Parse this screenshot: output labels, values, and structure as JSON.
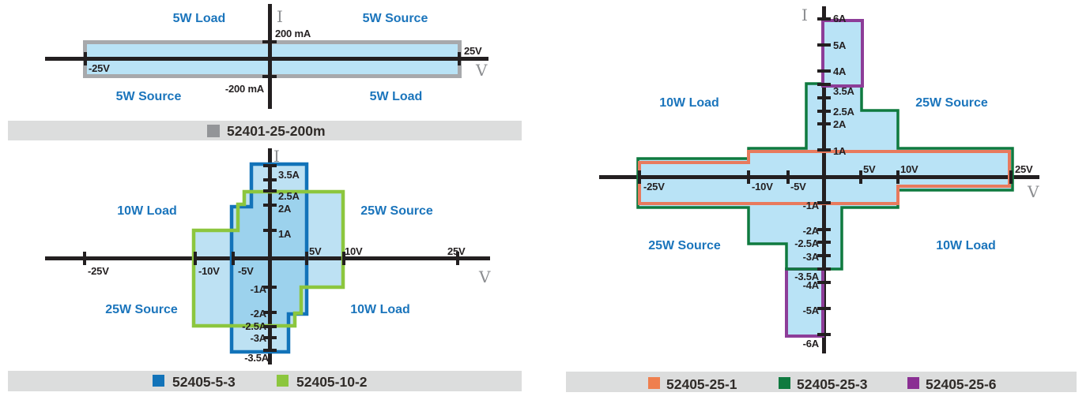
{
  "colors": {
    "region_fill": "#b9e3f6",
    "overlap_fill": "#9ed3ee",
    "axis": "#231f20",
    "quadrant_text": "#1b75bc",
    "legend_band": "#dcdddd",
    "swatch_gray": "#939598",
    "swatch_blue": "#1273b9",
    "swatch_green": "#8cc63e",
    "swatch_orange": "#ef7f4e",
    "swatch_dark_green": "#0f7a3f",
    "swatch_purple": "#8a2f93",
    "rect_border_gray": "#a7a9ac"
  },
  "chart1": {
    "quadrants": {
      "top_left": "5W Load",
      "top_right": "5W Source",
      "bottom_left": "5W Source",
      "bottom_right": "5W Load"
    },
    "y_axis": {
      "label": "I",
      "top_tick": "200 mA",
      "bottom_tick": "-200 mA"
    },
    "x_axis": {
      "label": "V",
      "left_tick": "-25V",
      "right_tick": "25V"
    },
    "legend": {
      "items": [
        {
          "label": "52401-25-200m"
        }
      ]
    }
  },
  "chart2": {
    "quadrants": {
      "top_left": "10W Load",
      "top_right": "25W Source",
      "bottom_left": "25W Source",
      "bottom_right": "10W Load"
    },
    "y_axis": {
      "label": "I",
      "pos_ticks": [
        "3.5A",
        "2.5A",
        "2A",
        "1A"
      ],
      "neg_ticks": [
        "-1A",
        "-2A",
        "-2.5A",
        "-3A",
        "-3.5A"
      ]
    },
    "x_axis": {
      "label": "V",
      "neg_ticks": [
        "-25V",
        "-10V",
        "-5V"
      ],
      "pos_ticks": [
        "5V",
        "10V",
        "25V"
      ]
    },
    "legend": {
      "items": [
        {
          "label": "52405-5-3"
        },
        {
          "label": "52405-10-2"
        }
      ]
    }
  },
  "chart3": {
    "quadrants": {
      "top_left": "10W Load",
      "top_right": "25W Source",
      "bottom_left": "25W Source",
      "bottom_right": "10W Load"
    },
    "y_axis": {
      "label": "I",
      "pos_ticks": [
        "6A",
        "5A",
        "4A",
        "3.5A",
        "2.5A",
        "2A",
        "1A"
      ],
      "neg_ticks": [
        "-1A",
        "-2A",
        "-2.5A",
        "-3A",
        "-3.5A",
        "-4A",
        "-5A",
        "-6A"
      ]
    },
    "x_axis": {
      "label": "V",
      "neg_ticks": [
        "-25V",
        "-10V",
        "-5V"
      ],
      "pos_ticks": [
        "5V",
        "10V",
        "25V"
      ]
    },
    "legend": {
      "items": [
        {
          "label": "52405-25-1"
        },
        {
          "label": "52405-25-3"
        },
        {
          "label": "52405-25-6"
        }
      ]
    }
  },
  "chart_data": [
    {
      "type": "area",
      "title": "52401-25-200m V-I operating envelope",
      "xlabel": "V",
      "ylabel": "I",
      "x_tick_labels": [
        "-25V",
        "25V"
      ],
      "y_tick_labels": [
        "200 mA",
        "-200 mA"
      ],
      "quadrant_labels": [
        "5W Load",
        "5W Source",
        "5W Source",
        "5W Load"
      ],
      "regions": [
        {
          "name": "52401-25-200m",
          "color": "#939598",
          "polygon_V_I": [
            [
              -25,
              0.2
            ],
            [
              25,
              0.2
            ],
            [
              25,
              -0.2
            ],
            [
              -25,
              -0.2
            ]
          ],
          "units": "V, A"
        }
      ]
    },
    {
      "type": "area",
      "title": "52405-5-3 and 52405-10-2 V-I operating envelopes",
      "xlabel": "V",
      "ylabel": "I",
      "x_tick_labels": [
        "-25V",
        "-10V",
        "-5V",
        "5V",
        "10V",
        "25V"
      ],
      "y_tick_labels": [
        "3.5A",
        "2.5A",
        "2A",
        "1A",
        "-1A",
        "-2A",
        "-2.5A",
        "-3A",
        "-3.5A"
      ],
      "quadrant_labels": [
        "10W Load",
        "25W Source",
        "25W Source",
        "10W Load"
      ],
      "regions": [
        {
          "name": "52405-5-3",
          "color": "#1273b9",
          "polygon_V_I": [
            [
              -2.5,
              3.5
            ],
            [
              5,
              3.5
            ],
            [
              5,
              -2
            ],
            [
              2.5,
              -2
            ],
            [
              2.5,
              -3.5
            ],
            [
              -5,
              -3.5
            ],
            [
              -5,
              2
            ],
            [
              -2.5,
              2
            ]
          ],
          "units": "V, A"
        },
        {
          "name": "52405-10-2",
          "color": "#8cc63e",
          "polygon_V_I": [
            [
              -10,
              1
            ],
            [
              -4,
              1
            ],
            [
              -4,
              2
            ],
            [
              -3.5,
              2
            ],
            [
              -3.5,
              2.5
            ],
            [
              10,
              2.5
            ],
            [
              10,
              -1
            ],
            [
              4,
              -1
            ],
            [
              4,
              -2
            ],
            [
              3.5,
              -2
            ],
            [
              3.5,
              -2.5
            ],
            [
              -10,
              -2.5
            ]
          ],
          "units": "V, A"
        }
      ]
    },
    {
      "type": "area",
      "title": "52405-25-1, 52405-25-3 and 52405-25-6 V-I operating envelopes",
      "xlabel": "V",
      "ylabel": "I",
      "x_tick_labels": [
        "-25V",
        "-10V",
        "-5V",
        "5V",
        "10V",
        "25V"
      ],
      "y_tick_labels": [
        "6A",
        "5A",
        "4A",
        "3.5A",
        "2.5A",
        "2A",
        "1A",
        "-1A",
        "-2A",
        "-2.5A",
        "-3A",
        "-3.5A",
        "-4A",
        "-5A",
        "-6A"
      ],
      "quadrant_labels": [
        "10W Load",
        "25W Source",
        "25W Source",
        "10W Load"
      ],
      "regions": [
        {
          "name": "52405-25-1",
          "color": "#ef7f4e",
          "polygon_V_I": [
            [
              -25,
              0.4
            ],
            [
              -10,
              0.4
            ],
            [
              -10,
              1
            ],
            [
              25,
              1
            ],
            [
              25,
              -0.4
            ],
            [
              10,
              -0.4
            ],
            [
              10,
              -1
            ],
            [
              -25,
              -1
            ]
          ],
          "units": "V, A"
        },
        {
          "name": "52405-25-3",
          "color": "#0f7a3f",
          "polygon_V_I": [
            [
              -25,
              0.4
            ],
            [
              -10,
              0.4
            ],
            [
              -10,
              1
            ],
            [
              -2.5,
              1
            ],
            [
              -2.5,
              3.5
            ],
            [
              5,
              3.5
            ],
            [
              5,
              2.5
            ],
            [
              10,
              2.5
            ],
            [
              10,
              1
            ],
            [
              25,
              1
            ],
            [
              25,
              -0.4
            ],
            [
              10,
              -0.4
            ],
            [
              10,
              -1
            ],
            [
              2.5,
              -1
            ],
            [
              2.5,
              -3.5
            ],
            [
              -5,
              -3.5
            ],
            [
              -5,
              -2.5
            ],
            [
              -10,
              -2.5
            ],
            [
              -10,
              -1
            ],
            [
              -25,
              -1
            ]
          ],
          "units": "V, A"
        },
        {
          "name": "52405-25-6",
          "color": "#8a2f93",
          "polygon_V_I": [
            [
              0,
              6
            ],
            [
              5,
              6
            ],
            [
              5,
              3.5
            ],
            [
              0,
              3.5
            ],
            [
              0,
              -3.5
            ],
            [
              -5,
              -3.5
            ],
            [
              -5,
              -6
            ],
            [
              0,
              -6
            ]
          ],
          "units": "V, A"
        }
      ]
    }
  ]
}
